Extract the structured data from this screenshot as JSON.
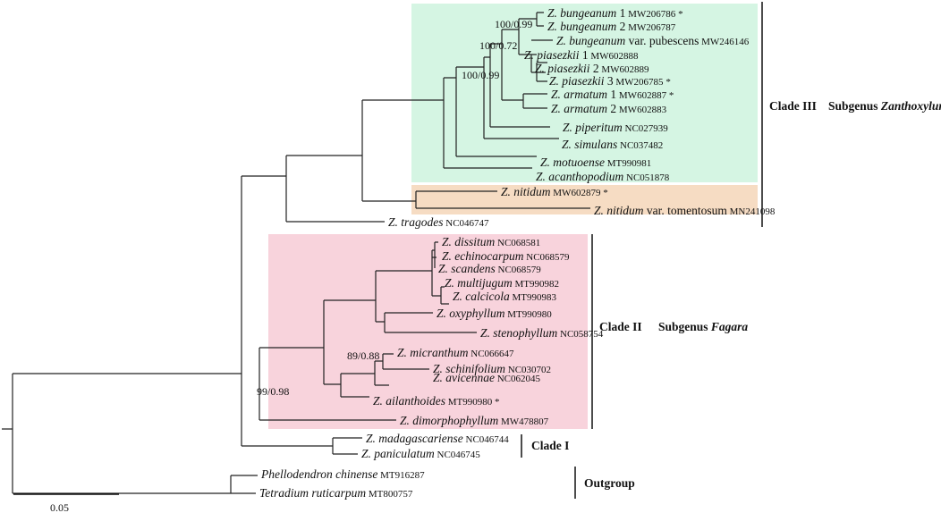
{
  "tips": [
    {
      "id": "bun1",
      "genus": "Z.",
      "species": "bungeanum",
      "suffix": " 1",
      "accession": "MW206786",
      "mark": " *"
    },
    {
      "id": "bun2",
      "genus": "Z.",
      "species": "bungeanum",
      "suffix": " 2",
      "accession": "MW206787",
      "mark": ""
    },
    {
      "id": "bunpub",
      "genus": "Z.",
      "species": "bungeanum",
      "suffix": " var. pubescens",
      "accession": "MW246146",
      "mark": ""
    },
    {
      "id": "pia1",
      "genus": "Z.",
      "species": "piasezkii",
      "suffix": " 1",
      "accession": "MW602888",
      "mark": ""
    },
    {
      "id": "pia2",
      "genus": "Z.",
      "species": "piasezkii",
      "suffix": " 2",
      "accession": "MW602889",
      "mark": ""
    },
    {
      "id": "pia3",
      "genus": "Z.",
      "species": "piasezkii",
      "suffix": " 3",
      "accession": "MW206785",
      "mark": " *"
    },
    {
      "id": "arm1",
      "genus": "Z.",
      "species": "armatum",
      "suffix": " 1",
      "accession": "MW602887",
      "mark": " *"
    },
    {
      "id": "arm2",
      "genus": "Z.",
      "species": "armatum",
      "suffix": " 2",
      "accession": "MW602883",
      "mark": ""
    },
    {
      "id": "pip",
      "genus": "Z.",
      "species": "piperitum",
      "suffix": "",
      "accession": "NC027939",
      "mark": ""
    },
    {
      "id": "sim",
      "genus": "Z.",
      "species": "simulans",
      "suffix": "",
      "accession": "NC037482",
      "mark": ""
    },
    {
      "id": "mot",
      "genus": "Z.",
      "species": "motuoense",
      "suffix": "",
      "accession": "MT990981",
      "mark": ""
    },
    {
      "id": "aca",
      "genus": "Z.",
      "species": "acanthopodium",
      "suffix": "",
      "accession": "NC051878",
      "mark": ""
    },
    {
      "id": "nit",
      "genus": "Z.",
      "species": "nitidum",
      "suffix": "",
      "accession": "MW602879",
      "mark": " *"
    },
    {
      "id": "nittom",
      "genus": "Z.",
      "species": "nitidum",
      "suffix": " var. tomentosum",
      "accession": "MN241098",
      "mark": ""
    },
    {
      "id": "tra",
      "genus": "Z.",
      "species": "tragodes",
      "suffix": "",
      "accession": "NC046747",
      "mark": ""
    },
    {
      "id": "dis",
      "genus": "Z.",
      "species": "dissitum",
      "suffix": "",
      "accession": "NC068581",
      "mark": ""
    },
    {
      "id": "ech",
      "genus": "Z.",
      "species": "echinocarpum",
      "suffix": "",
      "accession": "NC068579",
      "mark": ""
    },
    {
      "id": "sca",
      "genus": "Z.",
      "species": "scandens",
      "suffix": "",
      "accession": "NC068579",
      "mark": ""
    },
    {
      "id": "mul",
      "genus": "Z.",
      "species": "multijugum",
      "suffix": "",
      "accession": "MT990982",
      "mark": ""
    },
    {
      "id": "cal",
      "genus": "Z.",
      "species": "calcicola",
      "suffix": "",
      "accession": "MT990983",
      "mark": ""
    },
    {
      "id": "oxy",
      "genus": "Z.",
      "species": "oxyphyllum",
      "suffix": "",
      "accession": "MT990980",
      "mark": ""
    },
    {
      "id": "ste",
      "genus": "Z.",
      "species": "stenophyllum",
      "suffix": "",
      "accession": "NC058754",
      "mark": ""
    },
    {
      "id": "mic",
      "genus": "Z.",
      "species": "micranthum",
      "suffix": "",
      "accession": "NC066647",
      "mark": ""
    },
    {
      "id": "sch",
      "genus": "Z.",
      "species": "schinifolium",
      "suffix": "",
      "accession": "NC030702",
      "mark": ""
    },
    {
      "id": "avi",
      "genus": "Z.",
      "species": "avicennae",
      "suffix": "",
      "accession": "NC062045",
      "mark": ""
    },
    {
      "id": "ail",
      "genus": "Z.",
      "species": "ailanthoides",
      "suffix": "",
      "accession": "MT990980",
      "mark": " *"
    },
    {
      "id": "dim",
      "genus": "Z.",
      "species": "dimorphophyllum",
      "suffix": "",
      "accession": "MW478807",
      "mark": ""
    },
    {
      "id": "mad",
      "genus": "Z.",
      "species": "madagascariense",
      "suffix": "",
      "accession": "NC046744",
      "mark": ""
    },
    {
      "id": "pan",
      "genus": "Z.",
      "species": "paniculatum",
      "suffix": "",
      "accession": "NC046745",
      "mark": ""
    },
    {
      "id": "phe",
      "genus": "",
      "species": "Phellodendron chinense",
      "suffix": "",
      "accession": "MT916287",
      "mark": ""
    },
    {
      "id": "tet",
      "genus": "",
      "species": "Tetradium ruticarpum",
      "suffix": "",
      "accession": "MT800757",
      "mark": ""
    }
  ],
  "support_values": [
    {
      "id": "s_bun",
      "text": "100/0.99"
    },
    {
      "id": "s_bunpia",
      "text": "100/0.72"
    },
    {
      "id": "s_core",
      "text": "100/0.99"
    },
    {
      "id": "s_mic",
      "text": "89/0.88"
    },
    {
      "id": "s_fag",
      "text": "99/0.98"
    }
  ],
  "clades": [
    {
      "id": "clade3",
      "name": "Clade III",
      "subgenus_prefix": "Subgenus ",
      "subgenus_name": "Zanthoxylum"
    },
    {
      "id": "clade2",
      "name": "Clade II",
      "subgenus_prefix": "Subgenus ",
      "subgenus_name": "Fagara"
    },
    {
      "id": "clade1",
      "name": "Clade I",
      "subgenus_prefix": "",
      "subgenus_name": ""
    },
    {
      "id": "outgroup",
      "name": "Outgroup",
      "subgenus_prefix": "",
      "subgenus_name": ""
    }
  ],
  "scale_bar": {
    "label": "0.05"
  },
  "colors": {
    "clade3_box": "#d5f5e3",
    "nitidum_box": "#f6dcc3",
    "clade2_box": "#f8d3dc",
    "branch": "#222222"
  }
}
